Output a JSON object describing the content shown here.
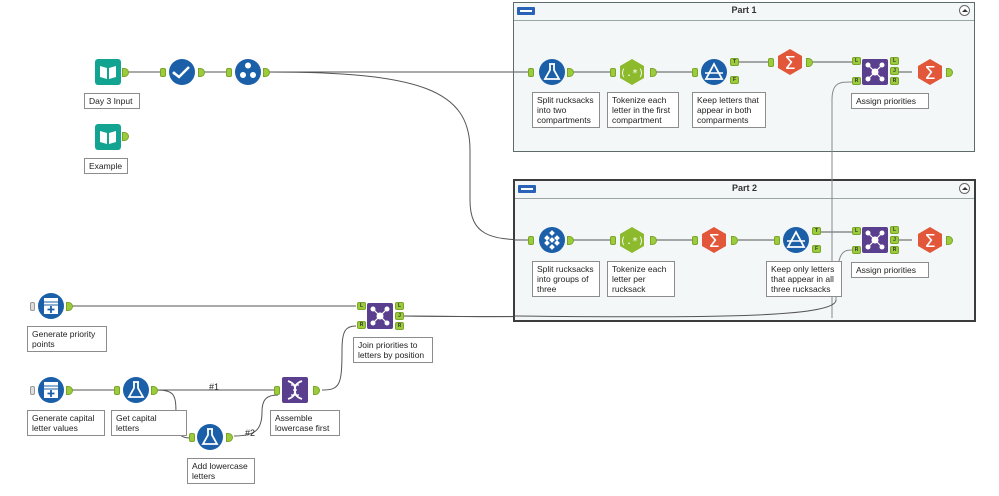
{
  "containers": [
    {
      "title": "Part 1"
    },
    {
      "title": "Part 2"
    }
  ],
  "tools": {
    "day3_input": "Day 3 Input",
    "example": "Example",
    "p1_split": "Split rucksacks into two compartments",
    "p1_tokenize": "Tokenize each letter in the first compartment",
    "p1_filter": "Keep letters that appear in both comparments",
    "p1_assign": "Assign priorities",
    "p2_split": "Split rucksacks into groups of three",
    "p2_tokenize": "Tokenize each letter per rucksack",
    "p2_filter": "Keep only letters that appear in all three rucksacks",
    "p2_assign": "Assign priorities",
    "gen_priority": "Generate priority points",
    "gen_capital": "Generate capital letter values",
    "get_capital": "Get capital letters",
    "add_lowercase": "Add lowercase letters",
    "assemble": "Assemble lowercase first",
    "join_priorities": "Join priorities to letters by position"
  },
  "wire_labels": {
    "w1": "#1",
    "w2": "#2"
  },
  "colors": {
    "input_teal": "#12a491",
    "prep_blue": "#1a5fa8",
    "parse_green": "#8cba2c",
    "join_purple": "#5a3f8f",
    "summarize_orange": "#e2573a"
  }
}
